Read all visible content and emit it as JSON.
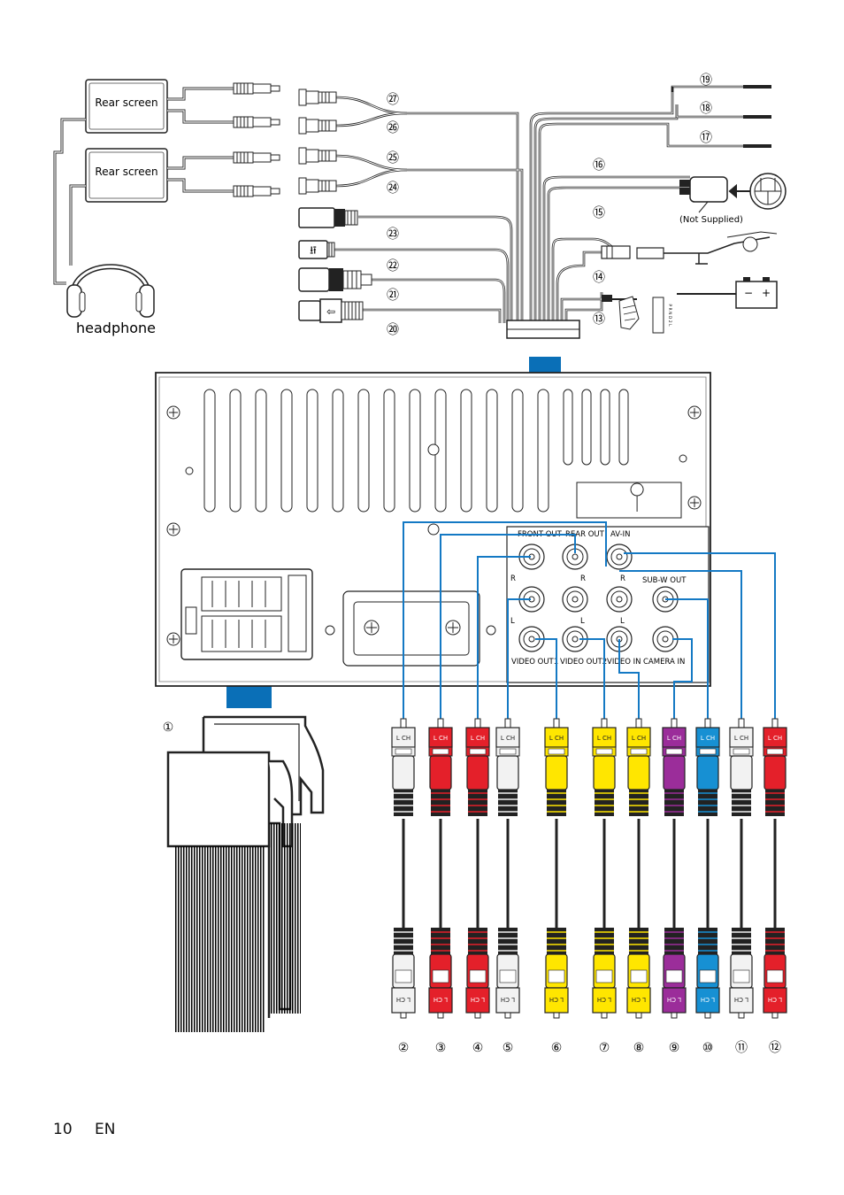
{
  "labels": {
    "rear_screen_1": "Rear screen",
    "rear_screen_2": "Rear screen",
    "headphone": "headphone",
    "not_supplied": "(Not Supplied)",
    "front_out": "FRONT OUT",
    "rear_out": "REAR OUT",
    "av_in": "AV-IN",
    "sub_w_out": "SUB-W OUT",
    "video_out1": "VIDEO OUT1",
    "video_out2": "VIDEO OUT2",
    "video_in": "VIDEO IN",
    "camera_in": "CAMERA IN",
    "r": "R",
    "l": "L",
    "lch": "L CH",
    "battery_minus": "−",
    "battery_plus": "+"
  },
  "top_numbers": [
    {
      "id": "27",
      "label": "㉗"
    },
    {
      "id": "26",
      "label": "㉖"
    },
    {
      "id": "25",
      "label": "㉕"
    },
    {
      "id": "24",
      "label": "㉔"
    },
    {
      "id": "23",
      "label": "㉓"
    },
    {
      "id": "22",
      "label": "㉒"
    },
    {
      "id": "21",
      "label": "㉑"
    },
    {
      "id": "20",
      "label": "⑳"
    }
  ],
  "right_numbers": [
    {
      "id": "19",
      "label": "⑲"
    },
    {
      "id": "18",
      "label": "⑱"
    },
    {
      "id": "17",
      "label": "⑰"
    },
    {
      "id": "16",
      "label": "⑯"
    },
    {
      "id": "15",
      "label": "⑮"
    },
    {
      "id": "14",
      "label": "⑭"
    },
    {
      "id": "13",
      "label": "⑬"
    }
  ],
  "harness_number": "①",
  "rca_plugs": [
    {
      "num": "②",
      "color": "#f2f2f2"
    },
    {
      "num": "③",
      "color": "#e4202a"
    },
    {
      "num": "④",
      "color": "#e4202a"
    },
    {
      "num": "⑤",
      "color": "#f2f2f2"
    },
    {
      "num": "⑥",
      "color": "#ffe600"
    },
    {
      "num": "⑦",
      "color": "#ffe600"
    },
    {
      "num": "⑧",
      "color": "#ffe600"
    },
    {
      "num": "⑨",
      "color": "#9b2d9a"
    },
    {
      "num": "⑩",
      "color": "#1790d3"
    },
    {
      "num": "⑪",
      "color": "#f2f2f2"
    },
    {
      "num": "⑫",
      "color": "#e4202a"
    }
  ],
  "gear_letters": "P R N D 2 L",
  "footer": {
    "page": "10",
    "lang": "EN"
  },
  "colors": {
    "wire_blue": "#1479c4",
    "arrow_blue": "#0a6fb7"
  }
}
